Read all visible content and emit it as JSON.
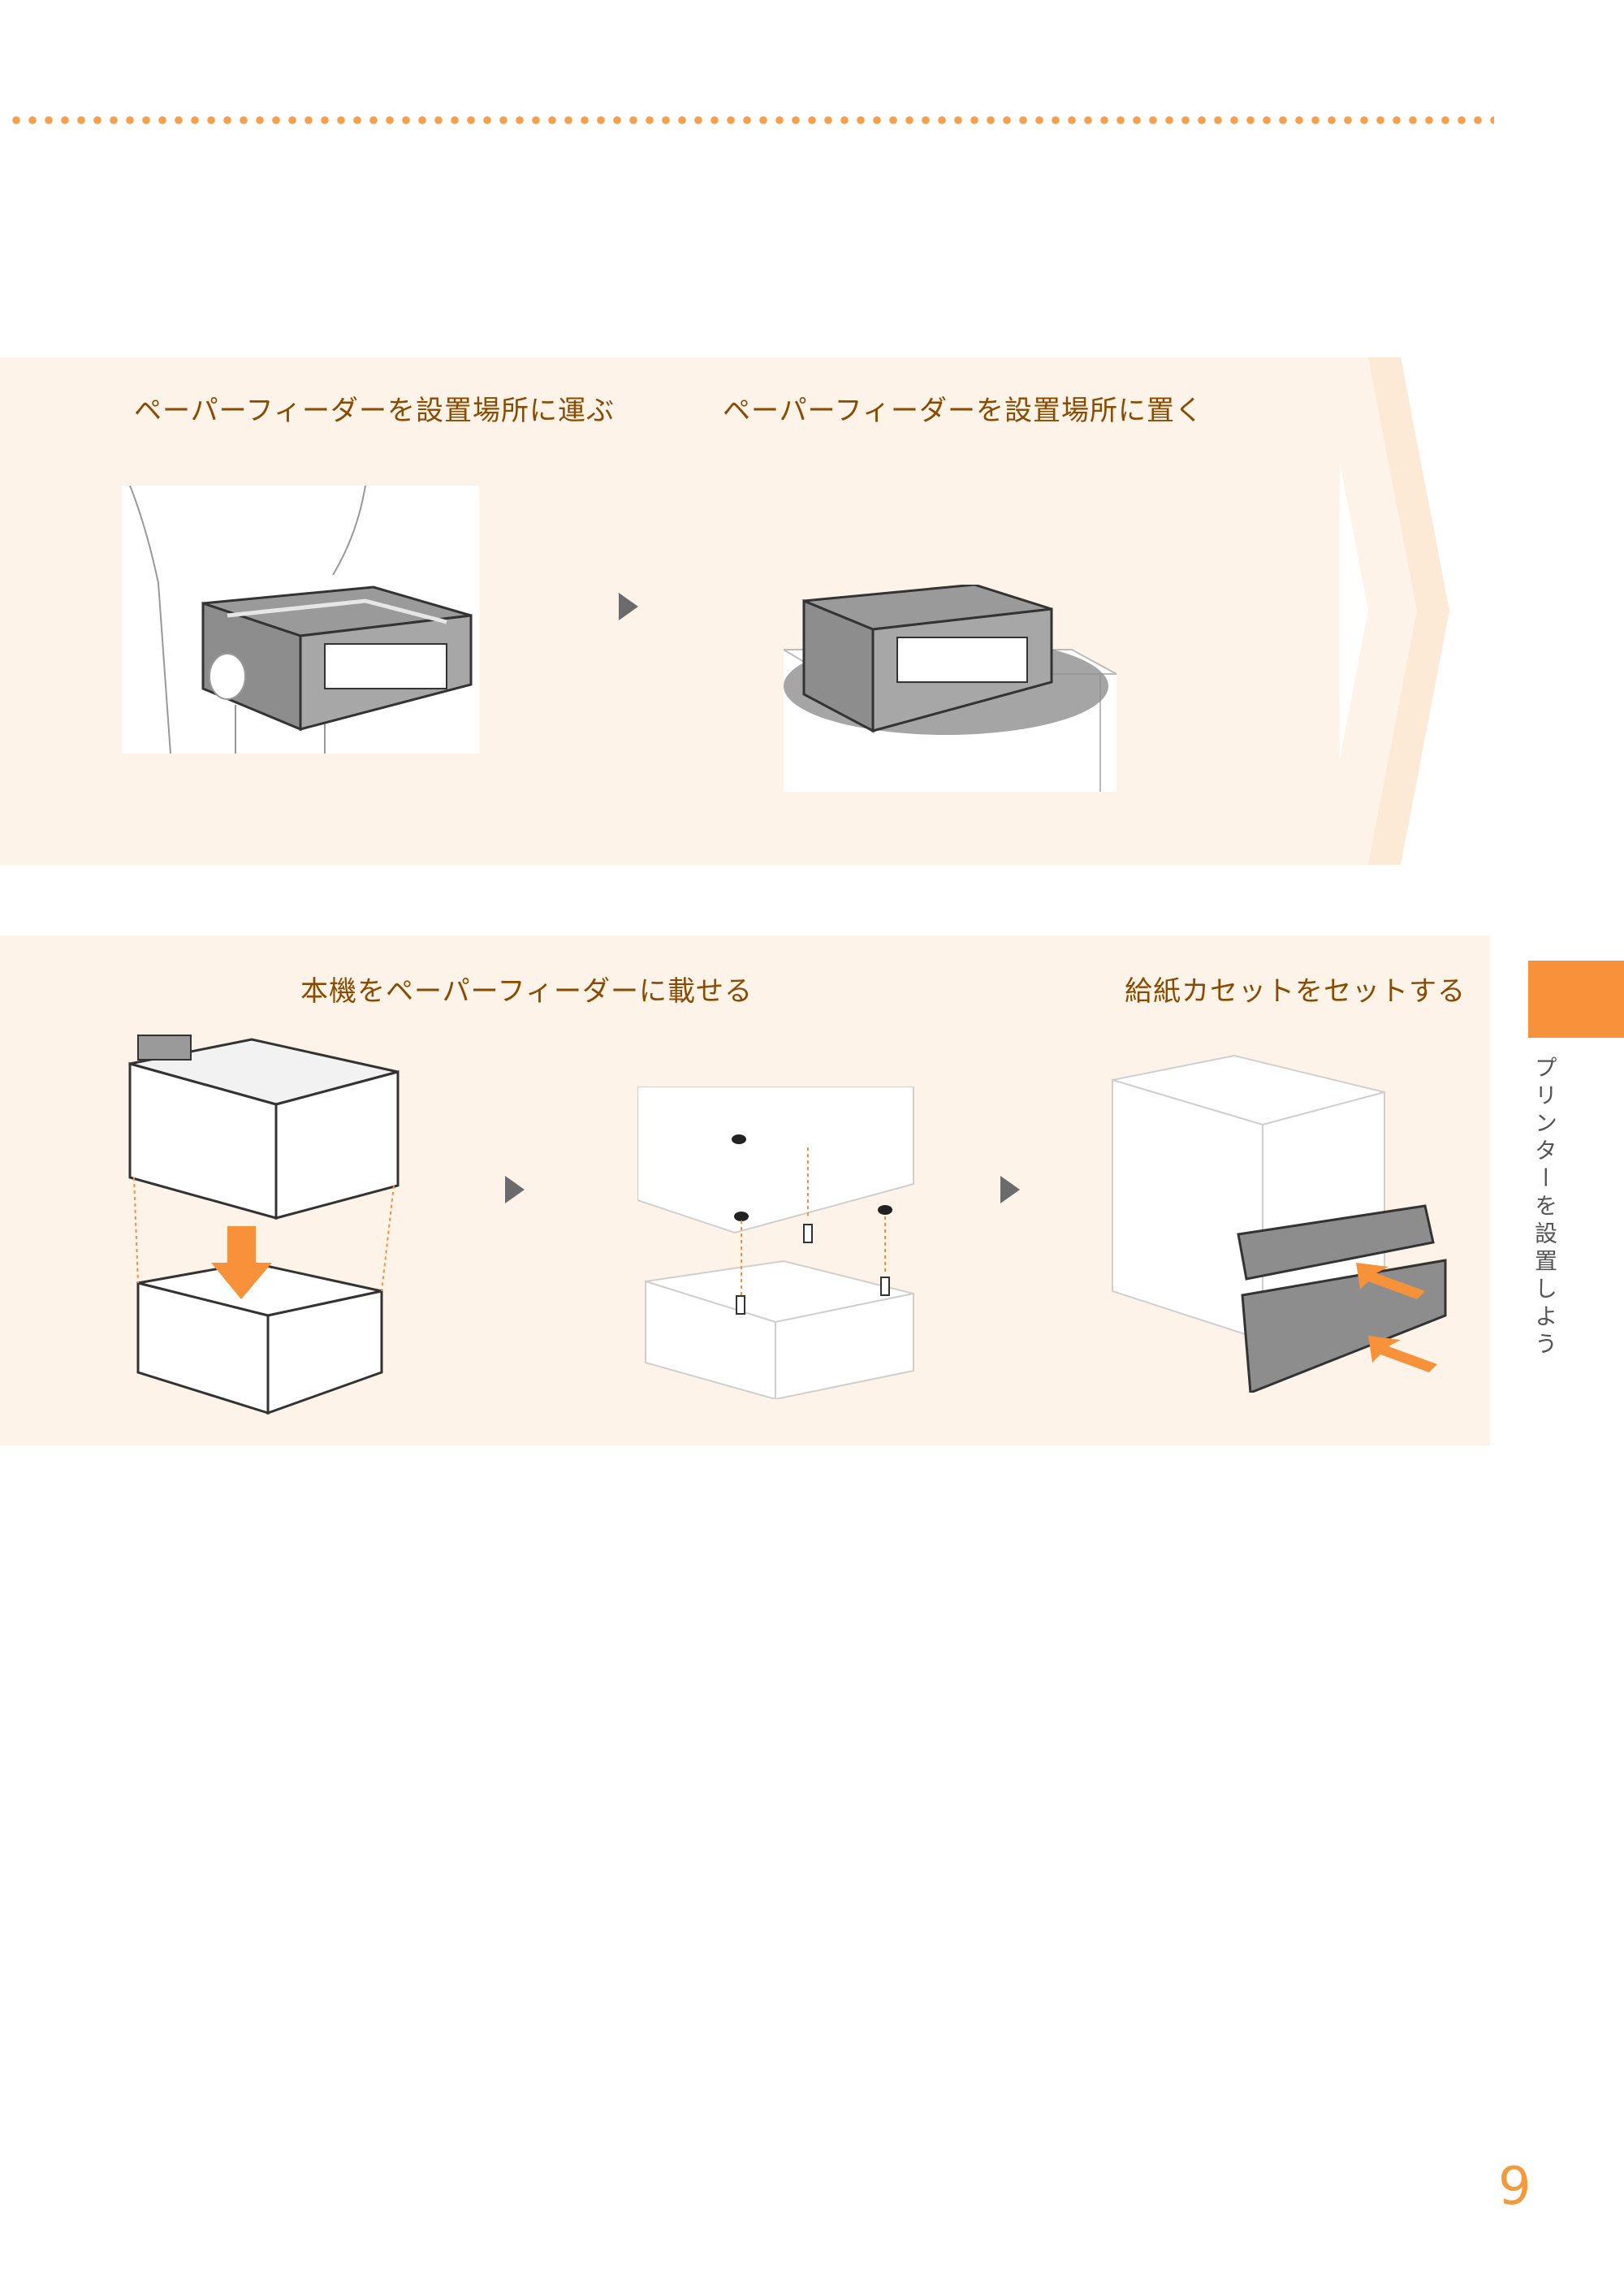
{
  "colors": {
    "accent": "#f7923a",
    "panel_bg": "#fdf3e9",
    "title_text": "#8a4b00",
    "chevron": "#fce9d6",
    "page_number": "#f39a3c"
  },
  "panel1": {
    "steps": [
      {
        "title": "ペーパーフィーダーを設置場所に運ぶ",
        "illustration": "carry-feeder-illustration"
      },
      {
        "title": "ペーパーフィーダーを設置場所に置く",
        "illustration": "place-feeder-illustration"
      }
    ],
    "icons": [
      "play-arrow-icon",
      "chevron-right-icon"
    ]
  },
  "panel2": {
    "steps": [
      {
        "title": "本機をペーパーフィーダーに載せる",
        "illustration": "lower-printer-illustration"
      },
      {
        "title": "",
        "illustration": "align-pins-illustration"
      },
      {
        "title": "給紙カセットをセットする",
        "illustration": "insert-cassettes-illustration"
      }
    ],
    "icons": [
      "play-arrow-icon"
    ]
  },
  "side_tab": {
    "label": "プリンターを設置しよう"
  },
  "page_number": "9"
}
